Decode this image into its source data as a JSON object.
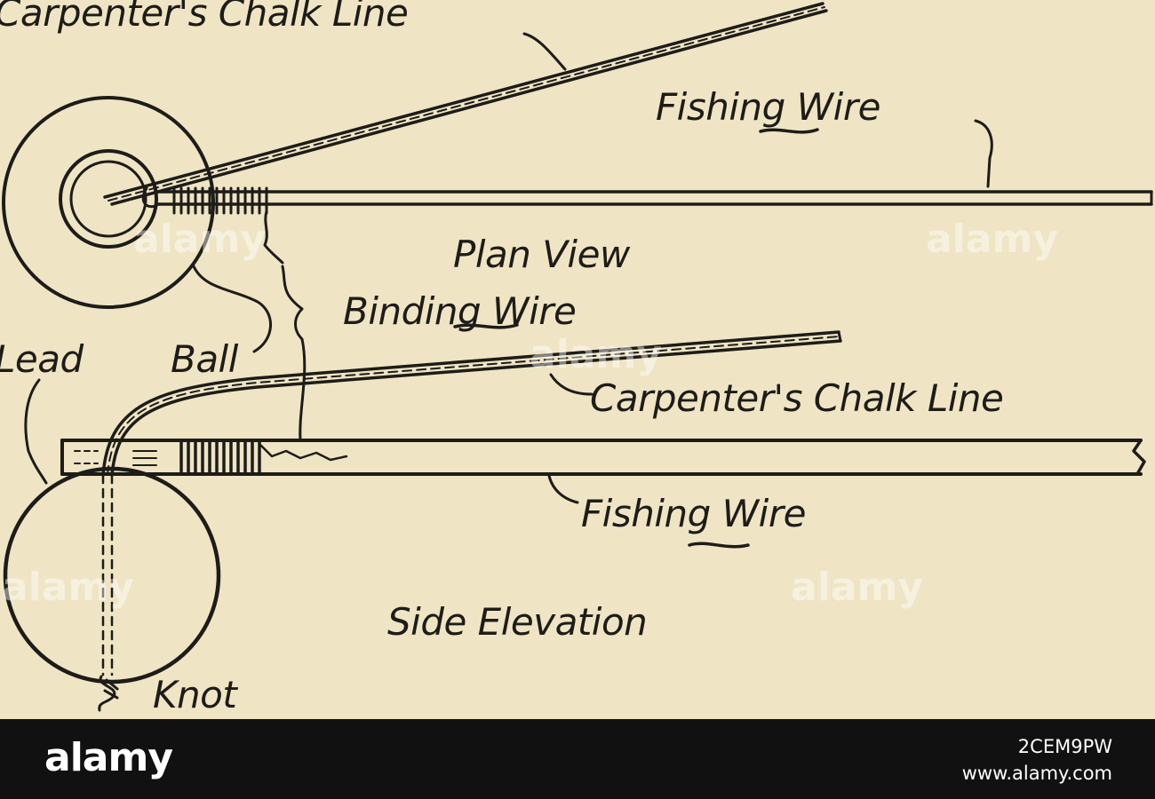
{
  "diagram": {
    "labels": {
      "chalk_line_top": "Carpenter's Chalk Line",
      "fishing_wire_top": "Fishing Wire",
      "plan_view": "Plan View",
      "binding_wire": "Binding Wire",
      "lead": "Lead",
      "ball": "Ball",
      "chalk_line_bottom": "Carpenter's Chalk Line",
      "fishing_wire_bottom": "Fishing Wire",
      "side_elevation": "Side Elevation",
      "knot": "Knot"
    },
    "colors": {
      "paper": "#efe4c4",
      "ink": "#1d1c18"
    }
  },
  "watermark": {
    "text": "alamy"
  },
  "footer": {
    "brand": "alamy",
    "image_id": "2CEM9PW",
    "site": "www.alamy.com"
  }
}
